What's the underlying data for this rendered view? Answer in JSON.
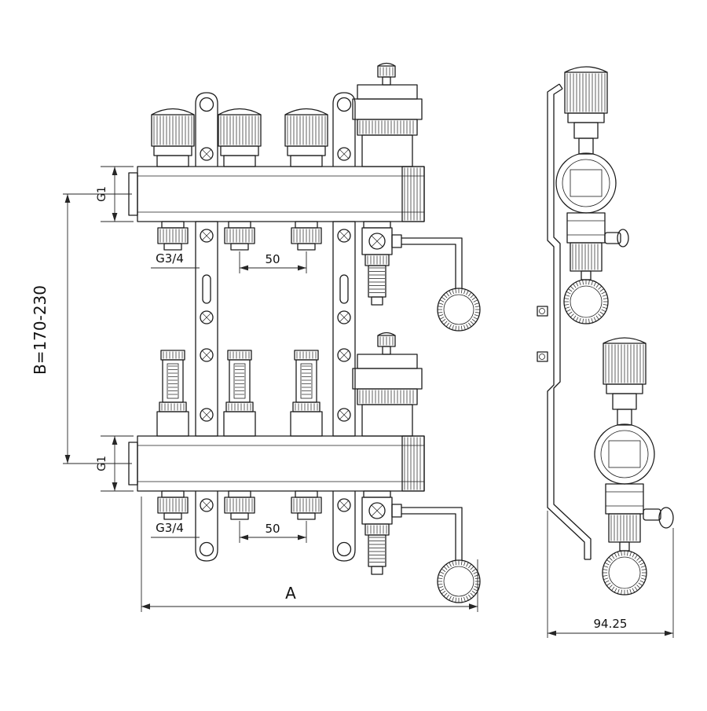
{
  "drawing": {
    "type": "manifold-technical-drawing",
    "background": "#ffffff",
    "line_color": "#1c1c1c",
    "views": {
      "front": "front view",
      "side": "side view"
    },
    "labels": {
      "b_range": "B=170-230",
      "g1_top": "G1",
      "g1_bottom": "G1",
      "g34_top": "G3/4",
      "g34_bottom": "G3/4",
      "spacing_top": "50",
      "spacing_bottom": "50",
      "width_a": "A",
      "depth": "94.25"
    }
  }
}
